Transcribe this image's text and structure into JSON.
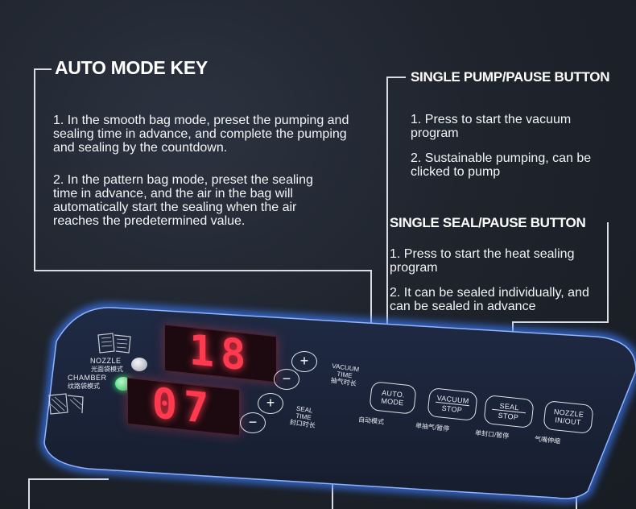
{
  "auto_mode": {
    "title": "AUTO MODE KEY",
    "point_1": "1. In the smooth bag mode, preset the pumping and sealing time in advance, and complete the pumping and sealing by the countdown.",
    "point_2": "2. In the pattern bag mode, preset the sealing time in advance, and the air in the bag will automatically start the sealing when the air reaches the predetermined value."
  },
  "single_pump": {
    "title": "SINGLE PUMP/PAUSE BUTTON",
    "point_1": "1. Press to start the vacuum program",
    "point_2": "2. Sustainable pumping, can be clicked to pump"
  },
  "single_seal": {
    "title": "SINGLE SEAL/PAUSE BUTTON",
    "point_1": "1. Press to start the heat sealing program",
    "point_2": "2. It can be sealed individually, and can be sealed in advance"
  },
  "panel": {
    "nozzle_label": "NOZZLE",
    "nozzle_cn": "光面袋模式",
    "chamber_label": "CHAMBER",
    "chamber_cn": "纹路袋模式",
    "vacuum_time_label_1": "VACUUM",
    "vacuum_time_label_2": "TIME",
    "vacuum_time_cn": "抽气时长",
    "seal_time_label_1": "SEAL",
    "seal_time_label_2": "TIME",
    "seal_time_cn": "封口时长",
    "display_top": "18",
    "display_bottom": "07",
    "plus": "+",
    "minus": "−",
    "auto_mode_1": "AUTO.",
    "auto_mode_2": "MODE",
    "auto_mode_cn": "自动模式",
    "vacuum_stop_1": "VACUUM",
    "vacuum_stop_2": "STOP",
    "vacuum_stop_cn": "单抽气/暂停",
    "seal_stop_1": "SEAL",
    "seal_stop_2": "STOP",
    "seal_stop_cn": "单封口/暂停",
    "nozzle_inout_1": "NOZZLE",
    "nozzle_inout_2": "IN/OUT",
    "nozzle_inout_cn": "气嘴伸缩"
  },
  "colors": {
    "display_red": "#ff3a4f",
    "panel_glow": "#2f6bff",
    "indicator_green": "#3df27a",
    "indicator_gray": "#c9ccd2"
  }
}
